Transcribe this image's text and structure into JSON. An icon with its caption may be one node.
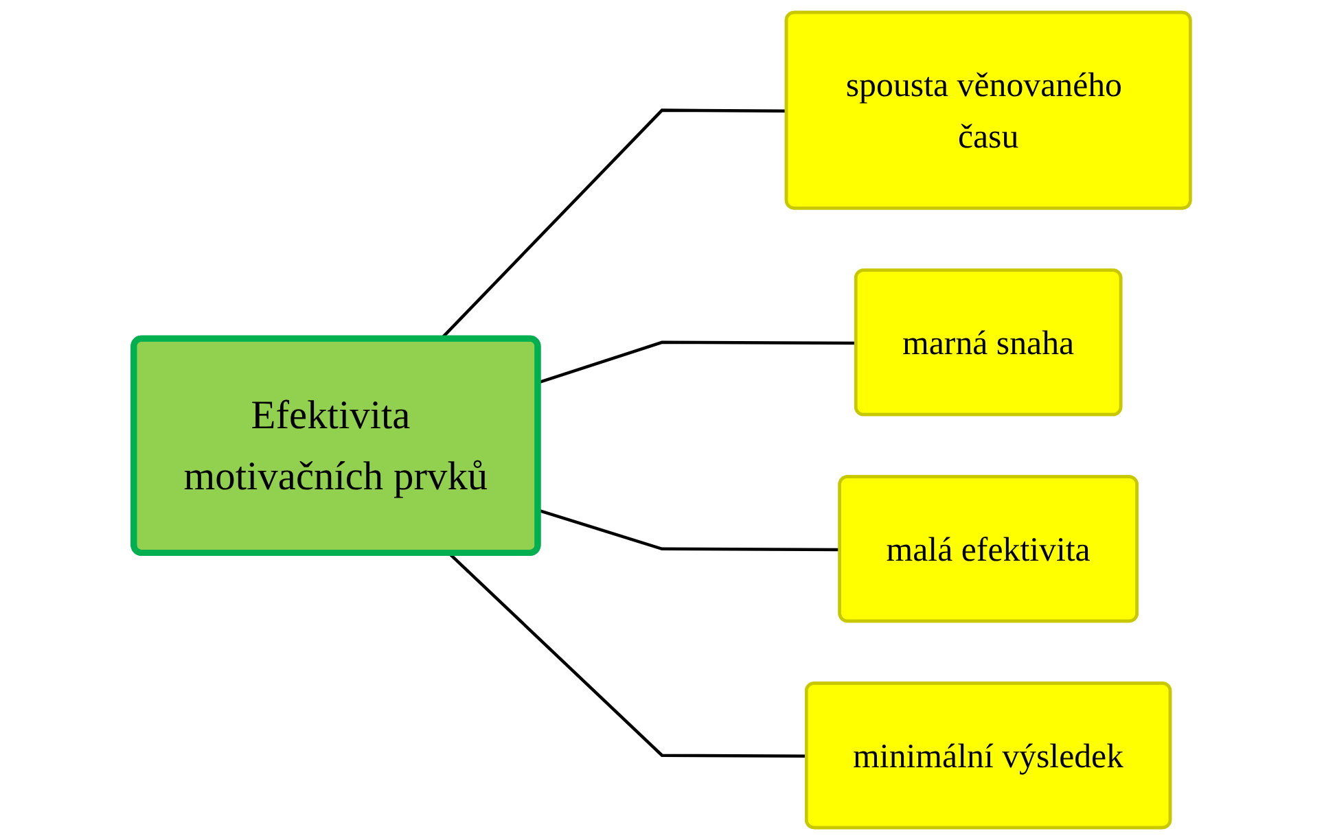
{
  "diagram": {
    "nodes": [
      {
        "text": [
          "Efektivita motivačních prvků"
        ]
      },
      {
        "text": [
          "spousta věnovaného času"
        ]
      },
      {
        "text": [
          "marná snaha"
        ]
      },
      {
        "text": [
          "malá efektivita"
        ]
      },
      {
        "text": [
          "minimální výsledek"
        ]
      }
    ],
    "edges": [
      {
        "from": 0,
        "to": 1,
        "arrow": "none"
      },
      {
        "from": 0,
        "to": 2,
        "arrow": "none"
      },
      {
        "from": 0,
        "to": 3,
        "arrow": "none"
      },
      {
        "from": 0,
        "to": 4,
        "arrow": "none"
      }
    ]
  }
}
